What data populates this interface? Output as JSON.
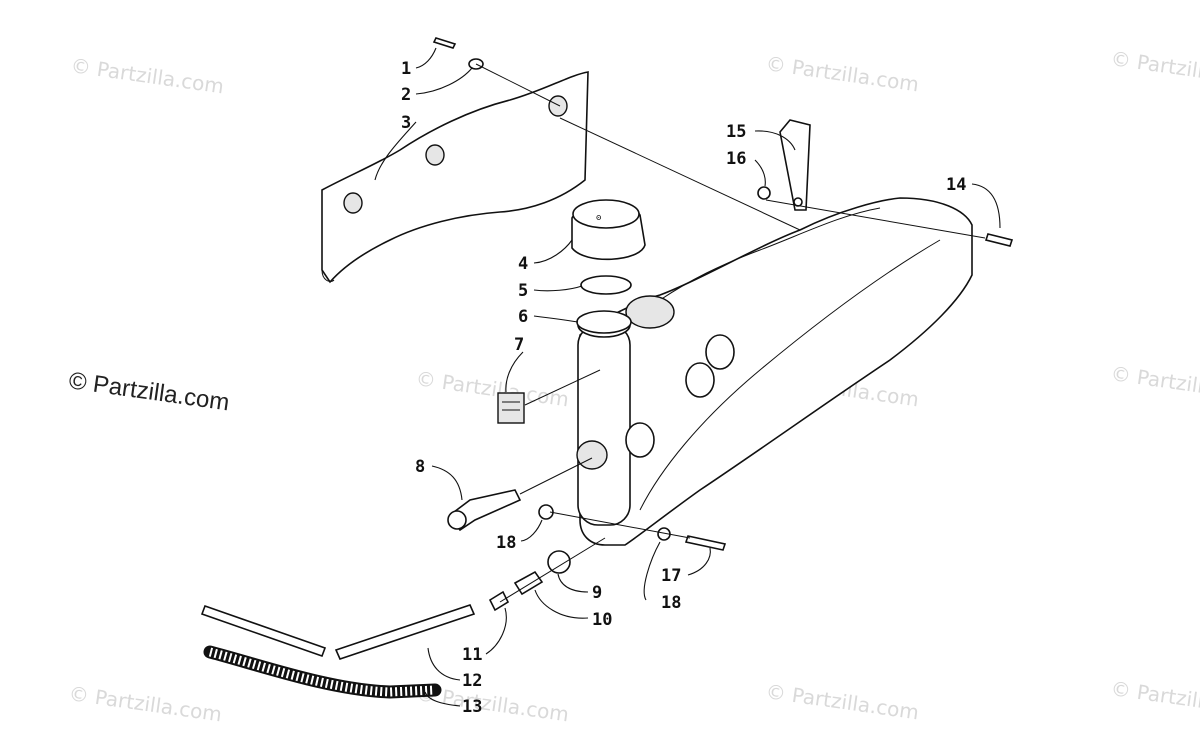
{
  "watermarks": {
    "text": "© Partzilla.com",
    "main": "© Partzilla.com"
  },
  "callouts": [
    "1",
    "2",
    "3",
    "4",
    "5",
    "6",
    "7",
    "8",
    "18",
    "9",
    "10",
    "11",
    "12",
    "13",
    "14",
    "15",
    "16",
    "17",
    "18"
  ]
}
